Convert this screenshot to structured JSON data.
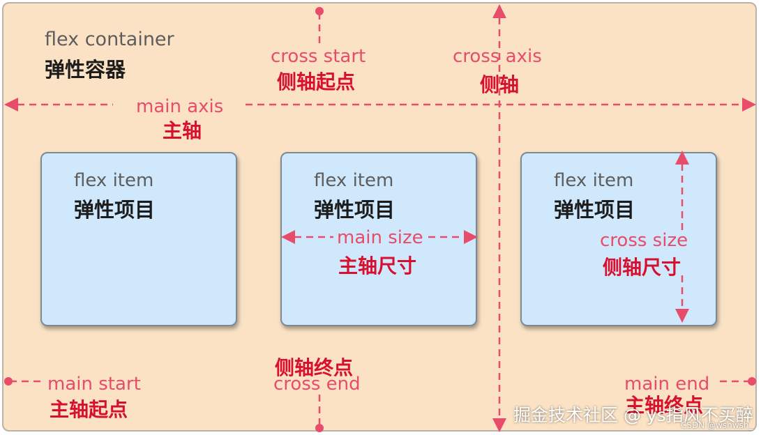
{
  "container": {
    "label_en": "flex container",
    "label_zh": "弹性容器"
  },
  "items": [
    {
      "label_en": "flex item",
      "label_zh": "弹性项目"
    },
    {
      "label_en": "flex item",
      "label_zh": "弹性项目"
    },
    {
      "label_en": "flex item",
      "label_zh": "弹性项目"
    }
  ],
  "axes": {
    "main_axis_en": "main axis",
    "main_axis_zh": "主轴",
    "cross_axis_en": "cross axis",
    "cross_axis_zh": "侧轴",
    "cross_start_en": "cross start",
    "cross_start_zh": "侧轴起点",
    "cross_end_en": "cross end",
    "cross_end_zh": "侧轴终点",
    "main_start_en": "main start",
    "main_start_zh": "主轴起点",
    "main_end_en": "main end",
    "main_end_zh": "主轴终点",
    "main_size_en": "main size",
    "main_size_zh": "主轴尺寸",
    "cross_size_en": "cross size",
    "cross_size_zh": "侧轴尺寸"
  },
  "watermark": {
    "main": "掘金技术社区 @ ys指风不买醉",
    "small": "CSDN @wshwsh_"
  },
  "colors": {
    "accent": "#e74c6b",
    "accent_dark": "#d8102f",
    "container_bg": "#fbe2c4",
    "item_bg": "#cfe8fb"
  }
}
